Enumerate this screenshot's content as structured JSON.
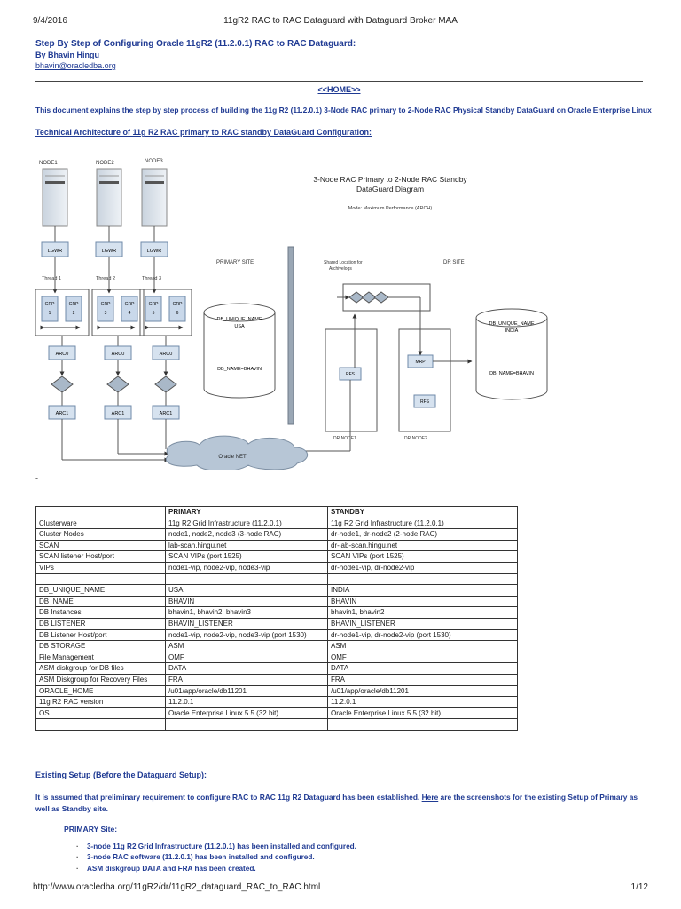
{
  "header": {
    "date": "9/4/2016",
    "title": "11gR2 RAC to RAC Dataguard with Dataguard Broker MAA"
  },
  "doc": {
    "title": "Step By Step of Configuring Oracle 11gR2 (11.2.0.1) RAC to RAC Dataguard:",
    "byline": "By Bhavin Hingu",
    "email": "bhavin@oracledba.org",
    "home_link": "<<HOME>>",
    "intro": "This document explains the step by step process of building the 11g R2 (11.2.0.1) 3-Node RAC primary to 2-Node RAC Physical Standby DataGuard on Oracle Enterprise Linux",
    "tech_heading": "Technical Architecture of 11g R2 RAC primary to RAC standby DataGuard Configuration:",
    "dash": "-"
  },
  "diagram": {
    "title_line1": "3-Node RAC Primary to 2-Node RAC Standby",
    "title_line2": "DataGuard Diagram",
    "mode": "Mode: Maximum Performance (ARCH)",
    "primary_site": "PRIMARY SITE",
    "dr_site": "DR SITE",
    "shared_loc_1": "Shared Location for",
    "shared_loc_2": "Archivelogs",
    "nodes": [
      "NODE1",
      "NODE2",
      "NODE3"
    ],
    "lgwr": "LGWR",
    "threads": [
      "Thread 1",
      "Thread 2",
      "Thread 3"
    ],
    "grp": "GRP",
    "grp_nums": [
      [
        "1",
        "2"
      ],
      [
        "3",
        "4"
      ],
      [
        "5",
        "6"
      ]
    ],
    "arc0": "ARC0",
    "arc1": "ARC1",
    "db_usa_1": "DB_UNIQUE_NAME",
    "db_usa_2": "USA",
    "db_usa_3": "DB_NAME=BHAVIN",
    "db_india_1": "DB_UNIQUE_NAME",
    "db_india_2": "INDIA",
    "db_india_3": "DB_NAME=BHAVIN",
    "rfs": "RFS",
    "mrp": "MRP",
    "dr_node1": "DR NODE1",
    "dr_node2": "DR NODE2",
    "oracle_net": "Oracle NET"
  },
  "table": {
    "header": [
      "",
      "PRIMARY",
      "STANDBY"
    ],
    "rows": [
      [
        "Clusterware",
        "11g R2 Grid Infrastructure (11.2.0.1)",
        "11g R2 Grid Infrastructure (11.2.0.1)"
      ],
      [
        "Cluster Nodes",
        "node1, node2, node3 (3-node RAC)",
        "dr-node1, dr-node2 (2-node RAC)"
      ],
      [
        "SCAN",
        "lab-scan.hingu.net",
        "dr-lab-scan.hingu.net"
      ],
      [
        "SCAN listener Host/port",
        "SCAN VIPs (port 1525)",
        "SCAN VIPs (port 1525)"
      ],
      [
        "VIPs",
        "node1-vip, node2-vip, node3-vip",
        "dr-node1-vip, dr-node2-vip"
      ],
      [
        "",
        "",
        ""
      ],
      [
        "DB_UNIQUE_NAME",
        "USA",
        "INDIA"
      ],
      [
        "DB_NAME",
        "BHAVIN",
        "BHAVIN"
      ],
      [
        "DB Instances",
        "bhavin1, bhavin2, bhavin3",
        "bhavin1, bhavin2"
      ],
      [
        "DB LISTENER",
        "BHAVIN_LISTENER",
        "BHAVIN_LISTENER"
      ],
      [
        "DB Listener Host/port",
        "node1-vip, node2-vip, node3-vip (port 1530)",
        "dr-node1-vip, dr-node2-vip (port 1530)"
      ],
      [
        "DB STORAGE",
        "ASM",
        "ASM"
      ],
      [
        "File Management",
        "OMF",
        "OMF"
      ],
      [
        "ASM diskgroup for DB files",
        "DATA",
        "DATA"
      ],
      [
        "ASM Diskgroup for Recovery Files",
        "FRA",
        "FRA"
      ],
      [
        "ORACLE_HOME",
        "/u01/app/oracle/db11201",
        "/u01/app/oracle/db11201"
      ],
      [
        "11g R2 RAC version",
        "11.2.0.1",
        "11.2.0.1"
      ],
      [
        "OS",
        "Oracle Enterprise Linux 5.5 (32 bit)",
        "Oracle Enterprise Linux 5.5 (32 bit)"
      ],
      [
        "",
        "",
        ""
      ]
    ]
  },
  "existing": {
    "heading": "Existing Setup (Before the Dataguard Setup):",
    "para_pre": "It is assumed that preliminary requirement to configure RAC to RAC 11g R2 Dataguard has been established. ",
    "para_link": "Here",
    "para_post": " are the screenshots for the existing Setup of Primary as well as Standby site.",
    "primary_site": "PRIMARY Site:",
    "bullets": [
      "3-node 11g R2 Grid Infrastructure (11.2.0.1) has been installed and configured.",
      "3-node RAC software (11.2.0.1) has been installed and configured.",
      "ASM diskgroup DATA and FRA has been created."
    ]
  },
  "footer": {
    "url": "http://www.oracledba.org/11gR2/dr/11gR2_dataguard_RAC_to_RAC.html",
    "page": "1/12"
  }
}
